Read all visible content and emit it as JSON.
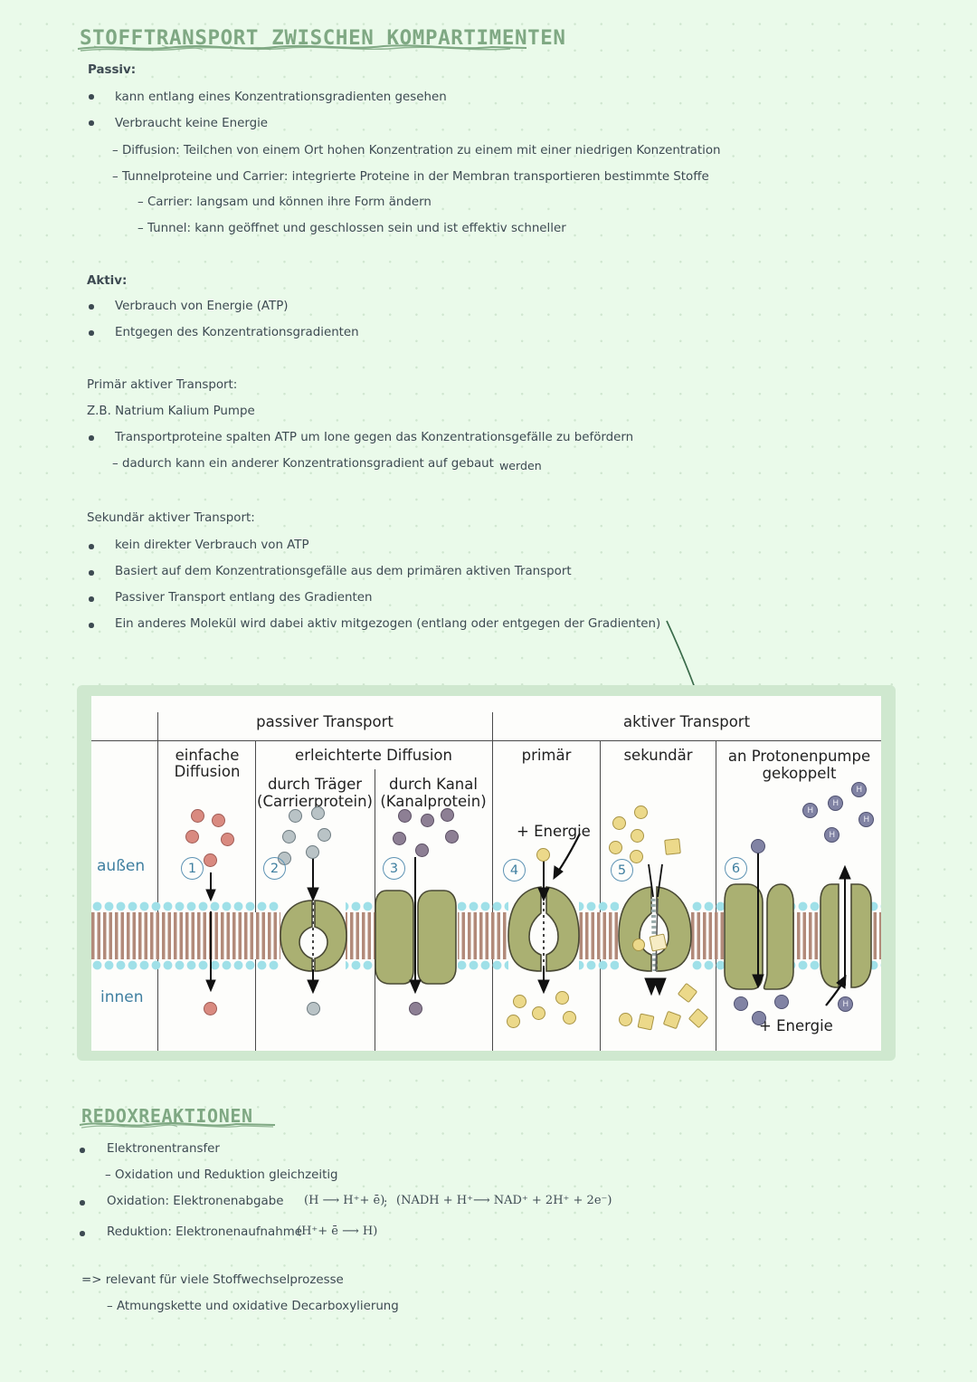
{
  "theme": {
    "page_bg": "#eafaea",
    "text_color": "#3d4a52",
    "heading_color": "#7fa883",
    "figure_frame": "#cfe8cf",
    "accent_blue": "#3f7fa0",
    "protein_green": "#aab072",
    "lipid_head": "#9fe0e8",
    "lipid_tail": "#b28a7a"
  },
  "headings": {
    "main": "STOFFTRANSPORT ZWISCHEN KOMPARTIMENTEN",
    "redox": "REDOXREAKTIONEN"
  },
  "sections": {
    "passiv": {
      "label": "Passiv:",
      "bullets": [
        "kann entlang eines Konzentrationsgradienten gesehen",
        "Verbraucht keine Energie"
      ],
      "subs": [
        "– Diffusion: Teilchen von einem Ort hohen Konzentration zu einem mit einer niedrigen Konzentration",
        "– Tunnelproteine und Carrier: integrierte Proteine in der Membran transportieren bestimmte Stoffe"
      ],
      "subsubs": [
        "– Carrier: langsam und können ihre Form ändern",
        "– Tunnel: kann geöffnet und geschlossen sein und ist effektiv schneller"
      ]
    },
    "aktiv": {
      "label": "Aktiv:",
      "bullets": [
        "Verbrauch von Energie (ATP)",
        "Entgegen des Konzentrationsgradienten"
      ]
    },
    "primaer": {
      "label": "Primär aktiver Transport:",
      "example": "Z.B. Natrium Kalium Pumpe",
      "bullets": [
        "Transportproteine spalten ATP um Ione gegen das Konzentrationsgefälle zu befördern"
      ],
      "sub": "– dadurch kann ein anderer Konzentrationsgradient auf gebaut",
      "sub_tail": "werden"
    },
    "sekundaer": {
      "label": "Sekundär aktiver Transport:",
      "bullets": [
        "kein direkter Verbrauch von ATP",
        "Basiert auf dem Konzentrationsgefälle aus dem primären aktiven Transport",
        "Passiver Transport entlang des Gradienten",
        "Ein anderes Molekül wird dabei aktiv mitgezogen (entlang oder entgegen der Gradienten)"
      ]
    },
    "redox": {
      "bullets": [
        "Elektronentransfer",
        "Oxidation: Elektronenabgabe",
        "Reduktion: Elektronenaufnahme"
      ],
      "sub": "– Oxidation und Reduktion gleichzeitig",
      "eq_oxidation_1": "(H ⟶ H⁺+ ē)",
      "eq_sep": ";",
      "eq_oxidation_2": "(NADH + H⁺⟶ NAD⁺ + 2H⁺ + 2e⁻)",
      "eq_reduktion": "(H⁺+ ē ⟶ H)",
      "conclusion": "=> relevant für viele Stoffwechselprozesse",
      "conclusion_sub": "– Atmungskette und oxidative Decarboxylierung"
    }
  },
  "figure": {
    "top_headers": [
      {
        "label": "passiver Transport"
      },
      {
        "label": "aktiver Transport"
      }
    ],
    "columns": [
      {
        "number": "1",
        "title": "einfache",
        "title2": "Diffusion",
        "sub": "",
        "sub2": ""
      },
      {
        "number": "2",
        "title": "erleichterte Diffusion",
        "sub": "durch Träger",
        "sub2": "(Carrierprotein)"
      },
      {
        "number": "3",
        "title": "",
        "sub": "durch Kanal",
        "sub2": "(Kanalprotein)"
      },
      {
        "number": "4",
        "title": "primär",
        "sub": "",
        "sub2": ""
      },
      {
        "number": "5",
        "title": "sekundär",
        "sub": "",
        "sub2": ""
      },
      {
        "number": "6",
        "title": "an Protonenpumpe",
        "title2": "gekoppelt",
        "sub": "",
        "sub2": ""
      }
    ],
    "side_labels": {
      "outside": "außen",
      "inside": "innen"
    },
    "energy_labels": {
      "top": "+ Energie",
      "bottom": "+ Energie"
    },
    "ion_label": "H"
  }
}
